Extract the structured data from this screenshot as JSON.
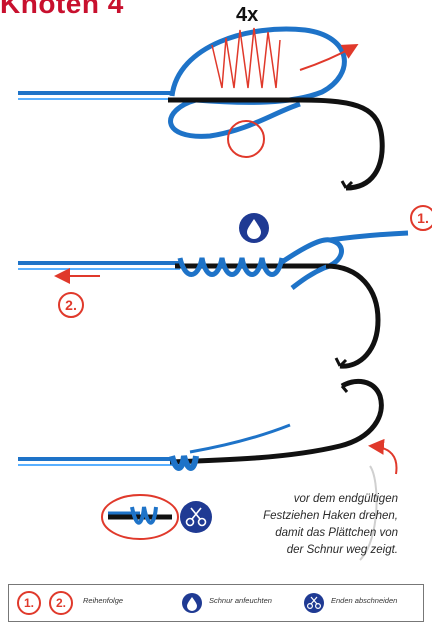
{
  "title": "Knoten 4",
  "wrap_count": "4x",
  "steps": {
    "first": "1.",
    "second": "2."
  },
  "note_lines": [
    "vor dem endgültigen",
    "Festziehen Haken drehen,",
    "damit das Plättchen von",
    "der Schnur weg zeigt."
  ],
  "legend": {
    "steps": [
      "1.",
      "2."
    ],
    "order_label": "Reihenfolge",
    "moisten_label": "Schnur anfeuchten",
    "trim_label": "Enden abschneiden"
  },
  "icons": {
    "moisten": "water-drop-icon",
    "trim": "scissors-icon"
  },
  "colors": {
    "line": "#1e73c8",
    "hook": "#111111",
    "accent": "#e0392b",
    "icon_bg": "#1f3a93"
  }
}
